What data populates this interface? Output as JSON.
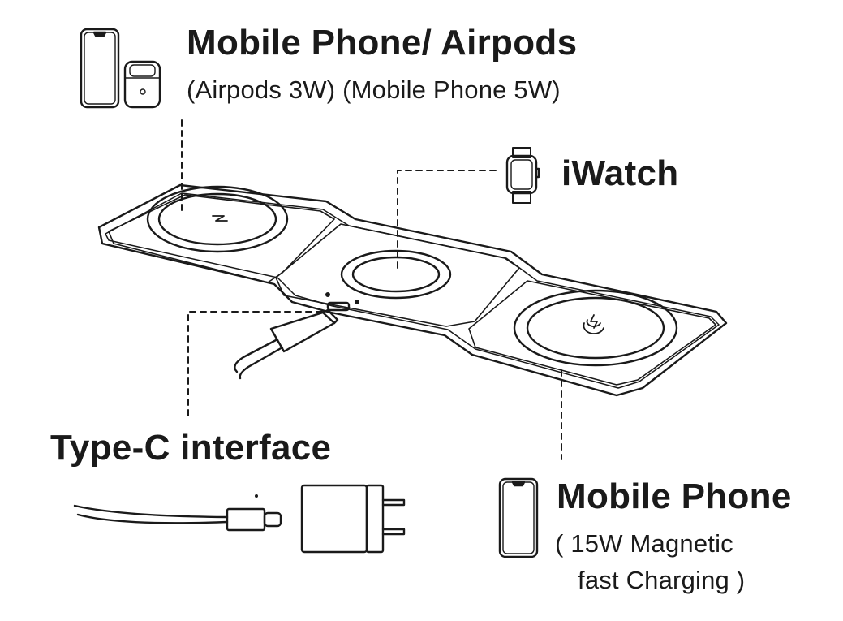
{
  "labels": {
    "top_title": "Mobile Phone/ Airpods",
    "top_subtitle": "(Airpods 3W) (Mobile Phone 5W)",
    "watch_title": "iWatch",
    "typec_title": "Type-C interface",
    "phone_title": "Mobile Phone",
    "phone_subtitle_line1": "( 15W Magnetic",
    "phone_subtitle_line2": "fast Charging )"
  },
  "icons": {
    "phone": "smartphone-icon",
    "airpods": "airpods-case-icon",
    "watch": "smartwatch-icon",
    "charge_symbol": "wireless-charge-icon",
    "magnet_symbol": "magnet-icon",
    "cable": "usb-c-cable-icon",
    "adapter": "power-adapter-icon"
  },
  "colors": {
    "line": "#1a1a1a",
    "background": "#ffffff"
  }
}
